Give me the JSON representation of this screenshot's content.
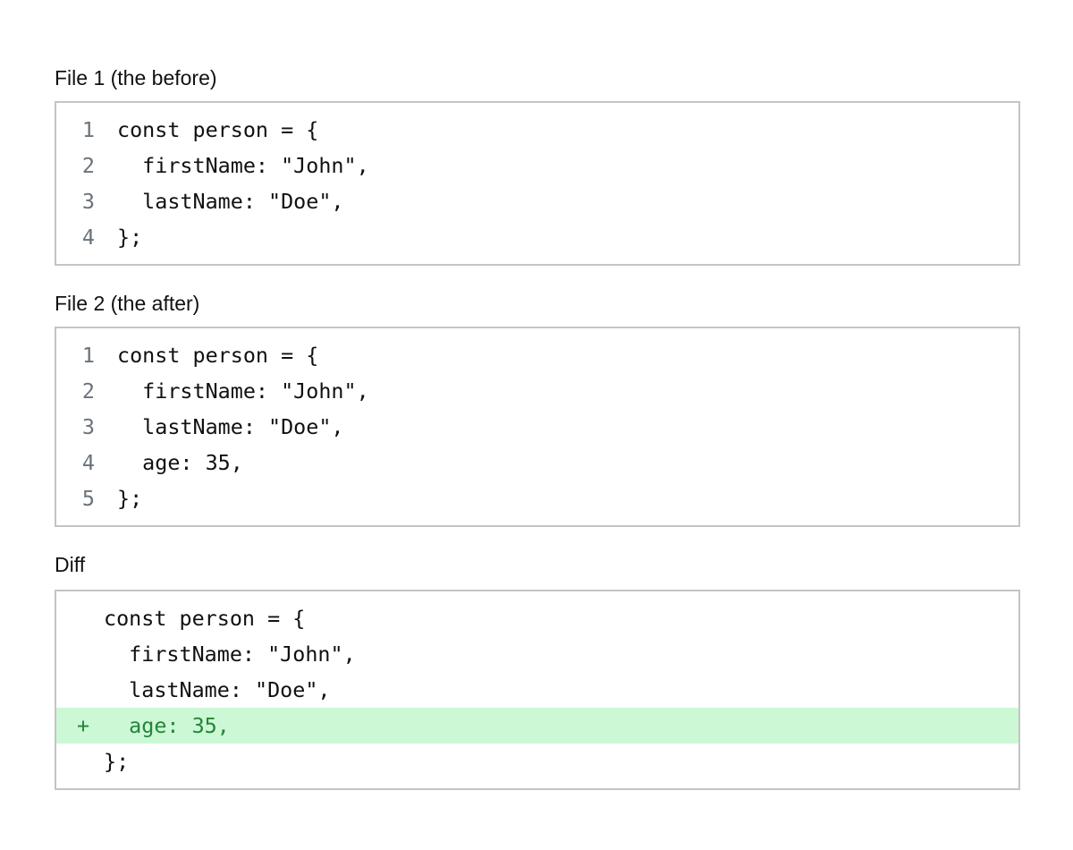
{
  "file1": {
    "title": "File 1 (the before)",
    "lines": [
      {
        "num": "1",
        "text": "const person = {"
      },
      {
        "num": "2",
        "text": "  firstName: \"John\","
      },
      {
        "num": "3",
        "text": "  lastName: \"Doe\","
      },
      {
        "num": "4",
        "text": "};"
      }
    ]
  },
  "file2": {
    "title": "File 2 (the after)",
    "lines": [
      {
        "num": "1",
        "text": "const person = {"
      },
      {
        "num": "2",
        "text": "  firstName: \"John\","
      },
      {
        "num": "3",
        "text": "  lastName: \"Doe\","
      },
      {
        "num": "4",
        "text": "  age: 35,"
      },
      {
        "num": "5",
        "text": "};"
      }
    ]
  },
  "diff": {
    "title": "Diff",
    "added_color": "#ccf8d6",
    "lines": [
      {
        "sign": "",
        "text": "const person = {",
        "added": false
      },
      {
        "sign": "",
        "text": "  firstName: \"John\",",
        "added": false
      },
      {
        "sign": "",
        "text": "  lastName: \"Doe\",",
        "added": false
      },
      {
        "sign": "+",
        "text": "  age: 35,",
        "added": true
      },
      {
        "sign": "",
        "text": "};",
        "added": false
      }
    ]
  }
}
